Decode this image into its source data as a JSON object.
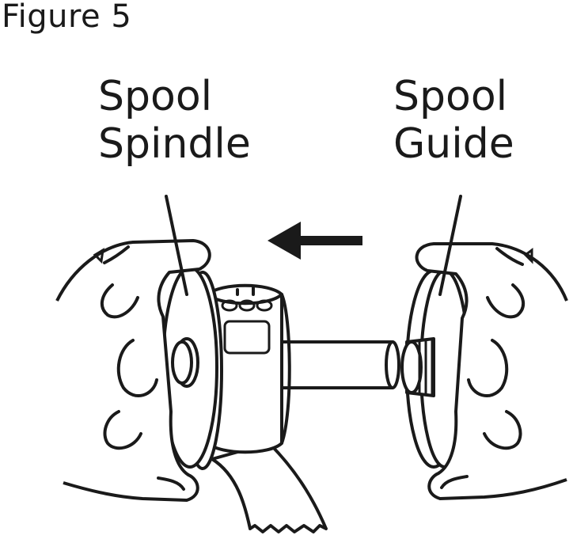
{
  "figure": {
    "title": "Figure 5",
    "labels": {
      "spindle_line1": "Spool",
      "spindle_line2": "Spindle",
      "guide_line1": "Spool",
      "guide_line2": "Guide"
    },
    "icons": {
      "arrow": "arrow-left-icon"
    },
    "colors": {
      "ink": "#1a1a1a",
      "background": "#ffffff"
    }
  }
}
